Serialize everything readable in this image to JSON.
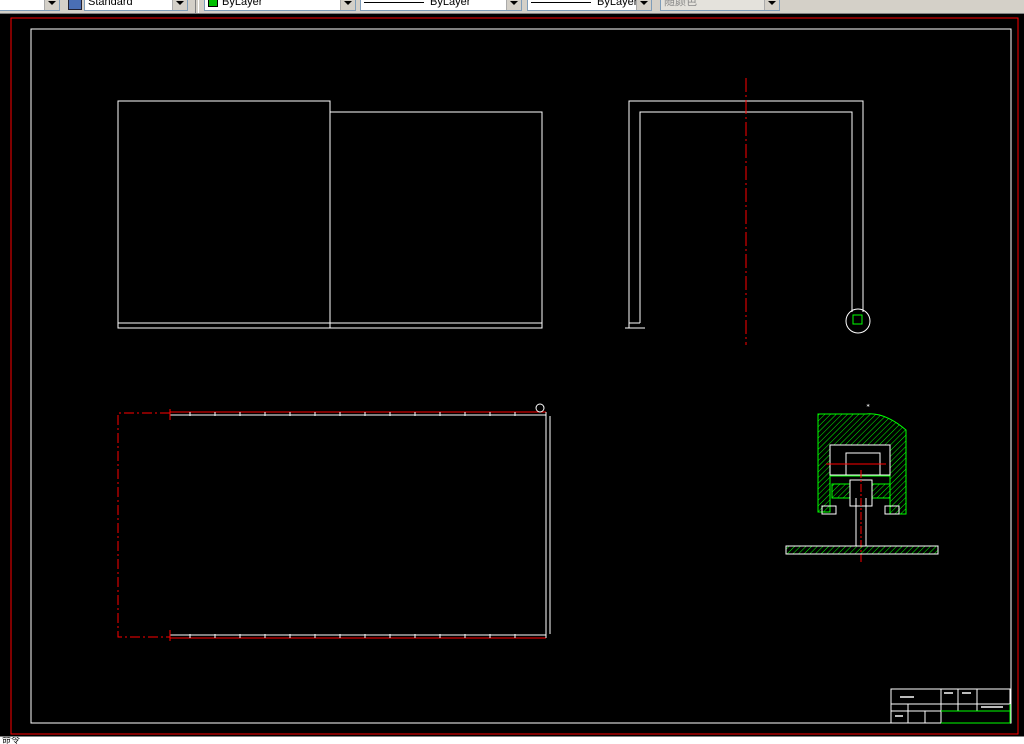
{
  "toolbar": {
    "textstyle_value": "Standard",
    "layer_color_value": "ByLayer",
    "linetype_value": "ByLayer",
    "lineweight_value": "ByLayer",
    "plotstyle_value": "随颜色"
  },
  "colors": {
    "canvas_background": "#000000",
    "outer_border": "#ff0000",
    "drawing_lines": "#ffffff",
    "hatch": "#00ff00",
    "center_line": "#ff0000",
    "layer_swatch": "#00c000"
  },
  "command_line": {
    "prompt": "命令"
  }
}
